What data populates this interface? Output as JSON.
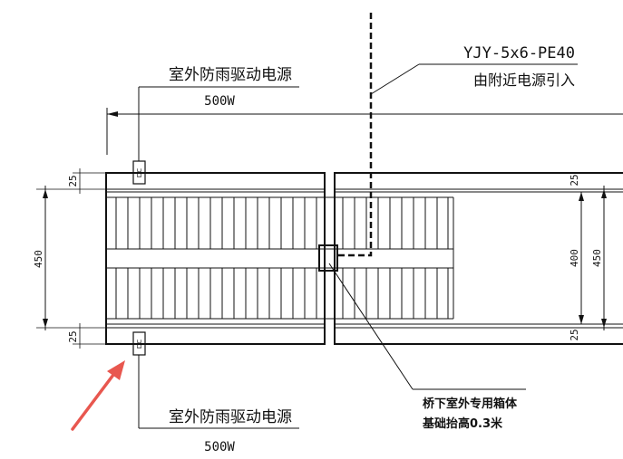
{
  "colors": {
    "line": "#111111",
    "background": "#ffffff",
    "arrow": "#e8574f"
  },
  "labels": {
    "top_power_title": "室外防雨驱动电源",
    "top_power_value": "500W",
    "bottom_power_title": "室外防雨驱动电源",
    "bottom_power_value": "500W",
    "cable_spec": "YJY-5x6-PE40",
    "cable_source": "由附近电源引入",
    "box_title": "桥下室外专用箱体",
    "box_note": "基础抬高0.3米",
    "dc_label": "DC"
  },
  "dimensions": {
    "left_top": "25",
    "left_middle": "450",
    "left_bottom": "25",
    "right_top": "25",
    "right_inner": "400",
    "right_outer": "450",
    "right_bottom": "25"
  },
  "icons": {
    "arrow": "red-pointer-arrow",
    "dc_module": "dc-driver-box"
  }
}
